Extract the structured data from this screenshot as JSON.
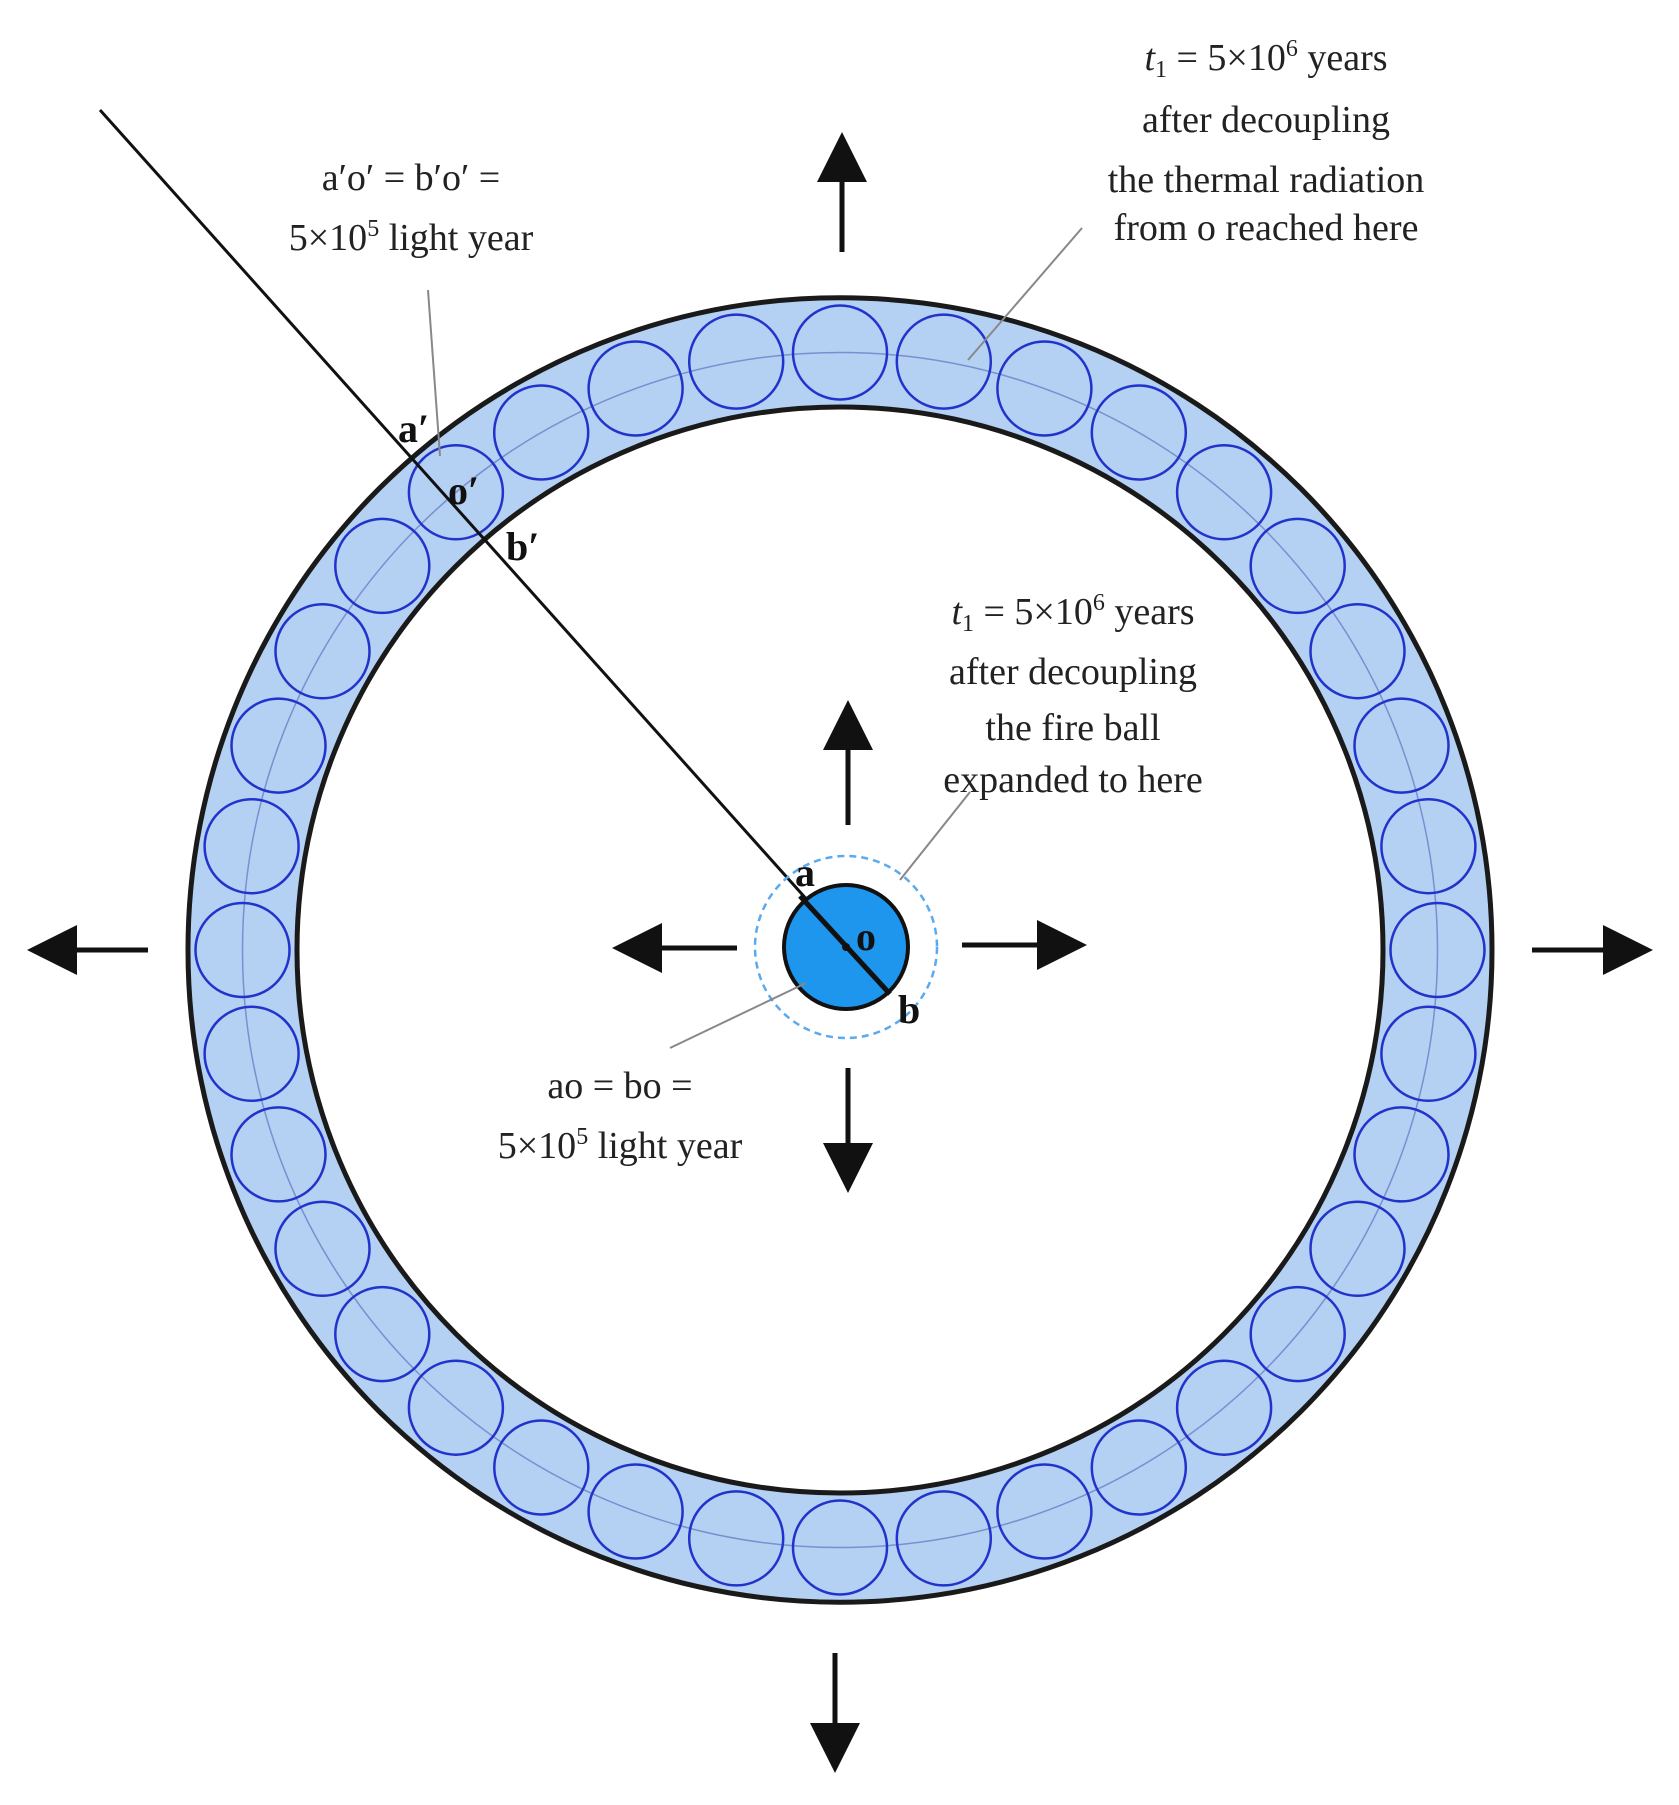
{
  "colors": {
    "shell_fill": "#b4d0f2",
    "shell_outline": "#1a1a1a",
    "cell_stroke": "#2233cc",
    "midline": "#7a8fd0",
    "fireball_fill": "#1e96ee",
    "fireball_halo": "#5aaaf0",
    "ink": "#111111",
    "leader": "#888888"
  },
  "labels": {
    "top_right": {
      "line1_sym": "t",
      "line1_sub": "1",
      "line1_eq": " = 5×10",
      "line1_exp": "6",
      "line1_unit": " years",
      "line2": "after decoupling",
      "line3": "the thermal radiation",
      "line4": "from o reached here"
    },
    "top_left": {
      "line1": "a′o′ = b′o′ =",
      "line2_pre": "5×10",
      "line2_exp": "5",
      "line2_post": " light year"
    },
    "middle_right": {
      "line1_sym": "t",
      "line1_sub": "1",
      "line1_eq": " = 5×10",
      "line1_exp": "6",
      "line1_unit": " years",
      "line2": "after decoupling",
      "line3": "the fire ball",
      "line4": "expanded to here"
    },
    "bottom_center": {
      "line1": "ao = bo =",
      "line2_pre": "5×10",
      "line2_exp": "5",
      "line2_post": " light year"
    },
    "points": {
      "a_prime": "a′",
      "o_prime": "o′",
      "b_prime": "b′",
      "a": "a",
      "o": "o",
      "b": "b"
    }
  }
}
